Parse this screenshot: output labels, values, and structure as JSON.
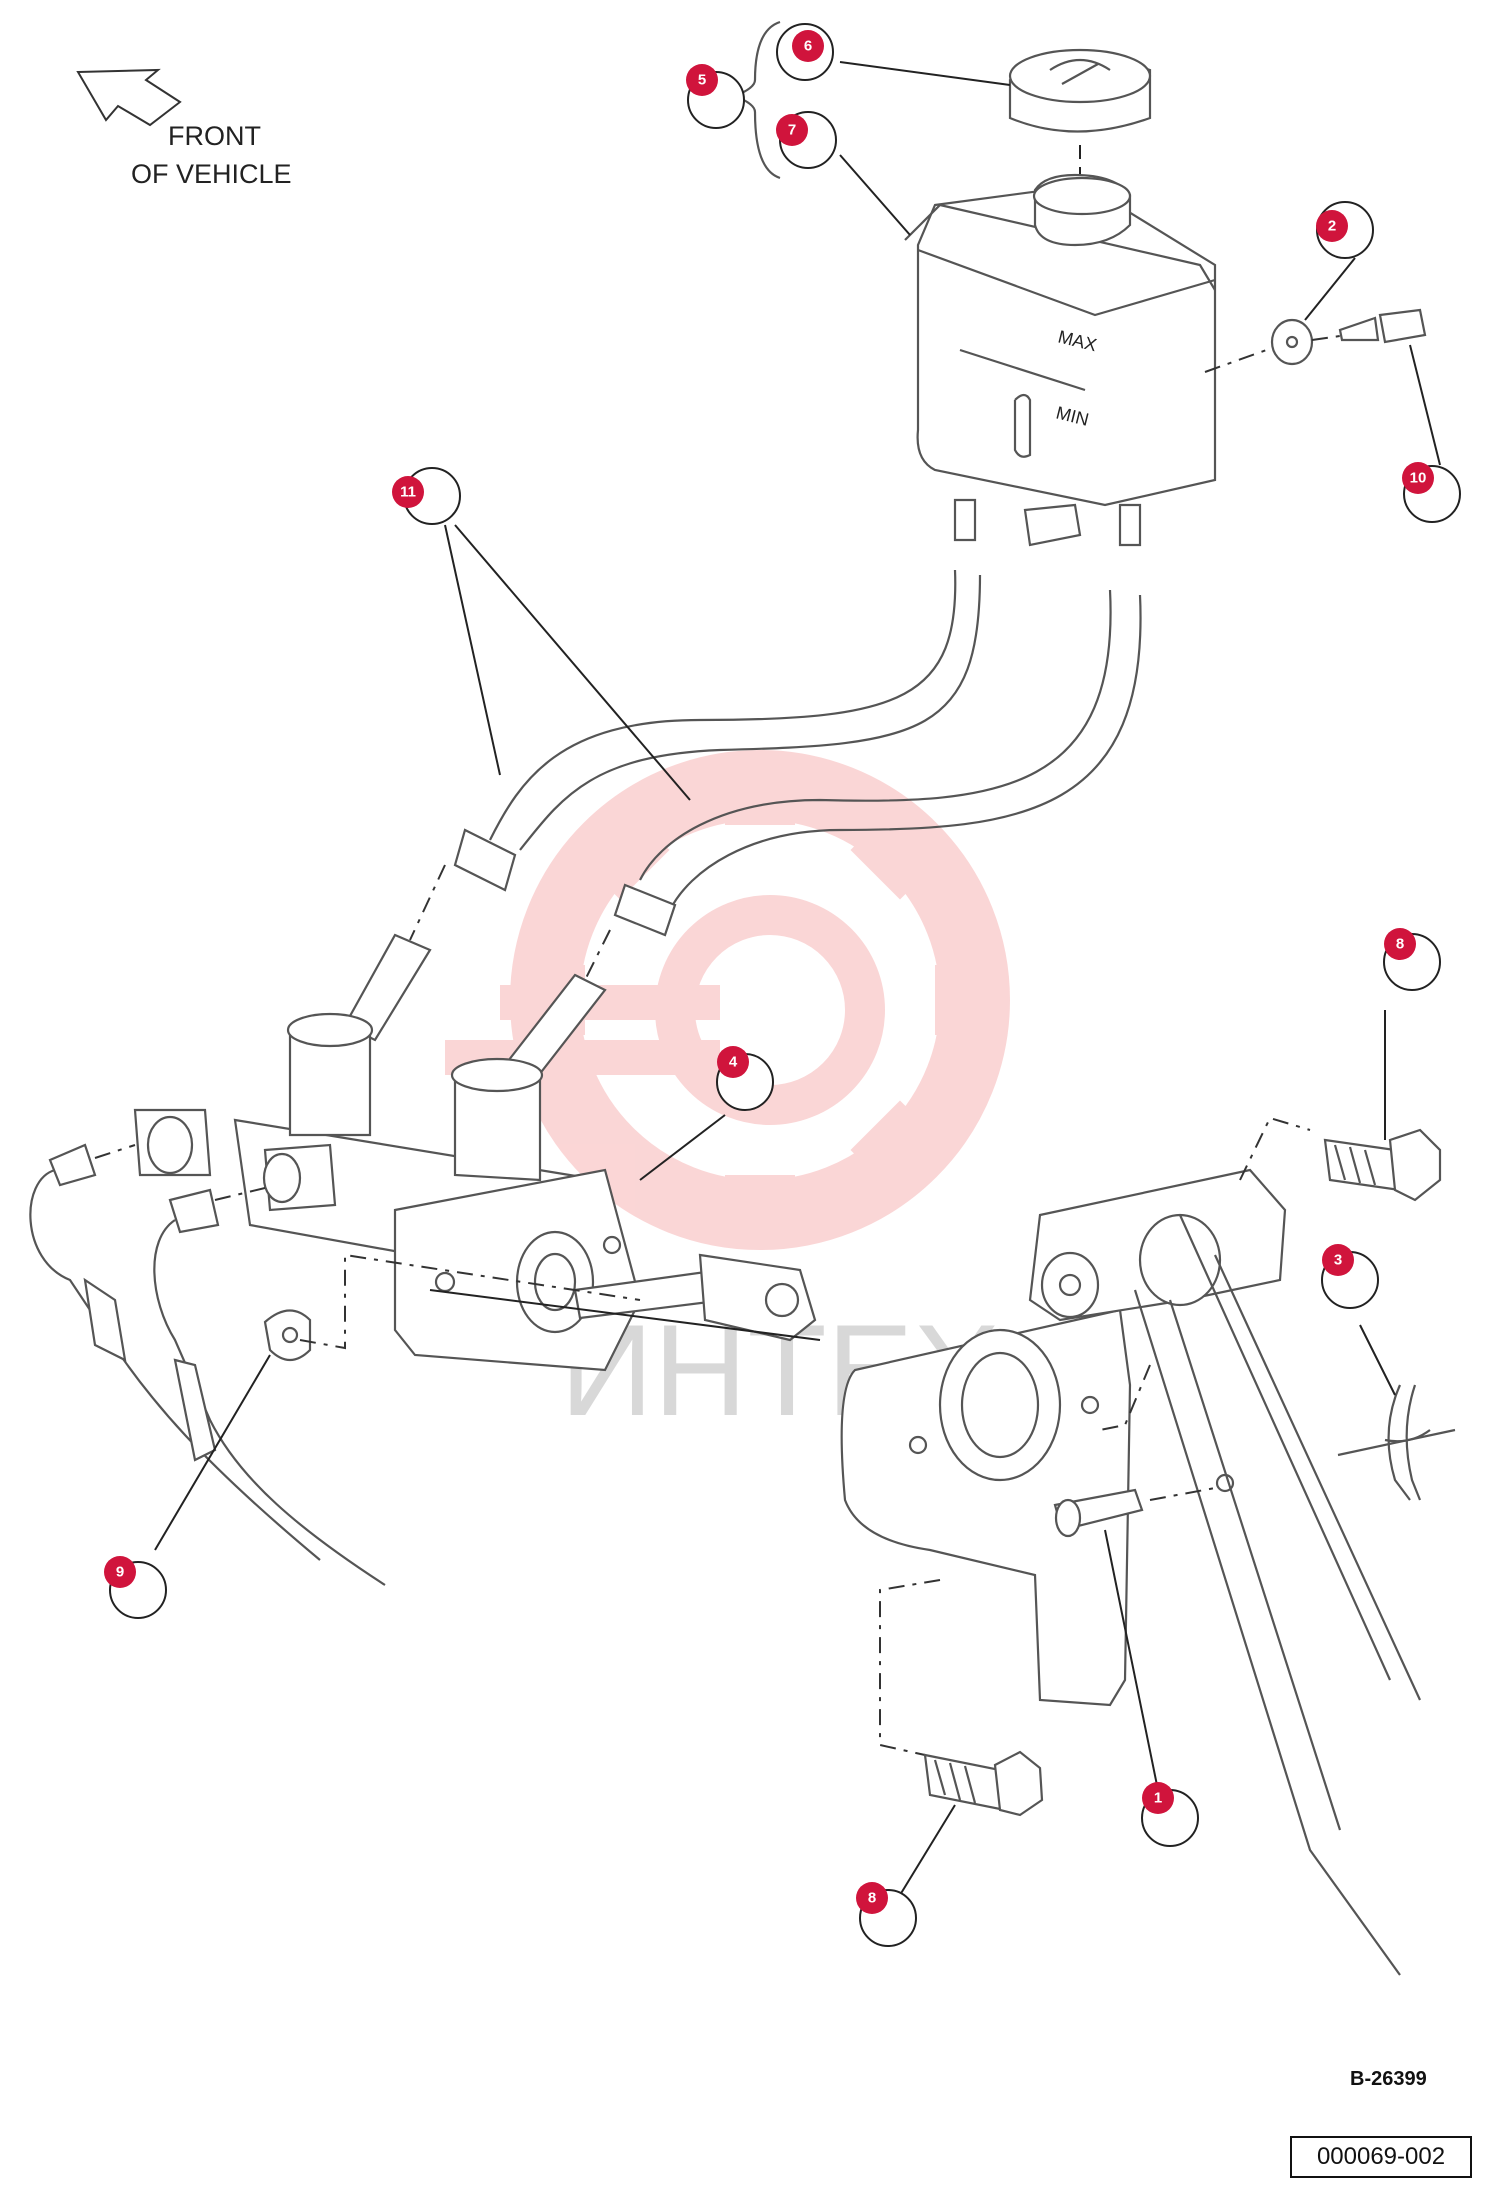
{
  "direction_label": [
    "FRONT",
    "OF VEHICLE"
  ],
  "reservoir_marks": {
    "max": "MAX",
    "min": "MIN"
  },
  "watermark_text": "ИНТЕХ",
  "callouts": [
    "1",
    "2",
    "3",
    "4",
    "5",
    "6",
    "7",
    "8",
    "8",
    "9",
    "10",
    "11"
  ],
  "figure_code": "B-26399",
  "drawing_number": "000069-002"
}
